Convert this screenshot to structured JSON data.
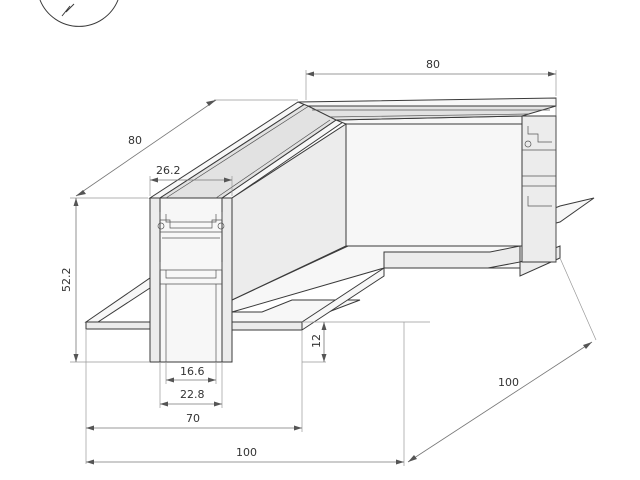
{
  "dimensions": {
    "top_length": "80",
    "left_length": "80",
    "channel_width": "26.2",
    "height": "52.2",
    "inner_16_6": "16.6",
    "inner_22_8": "22.8",
    "width_70": "70",
    "base_100_front": "100",
    "base_100_side": "100",
    "flange_12": "12"
  },
  "colors": {
    "line": "#3a3a3a",
    "dimension": "#777777",
    "background": "#ffffff"
  }
}
